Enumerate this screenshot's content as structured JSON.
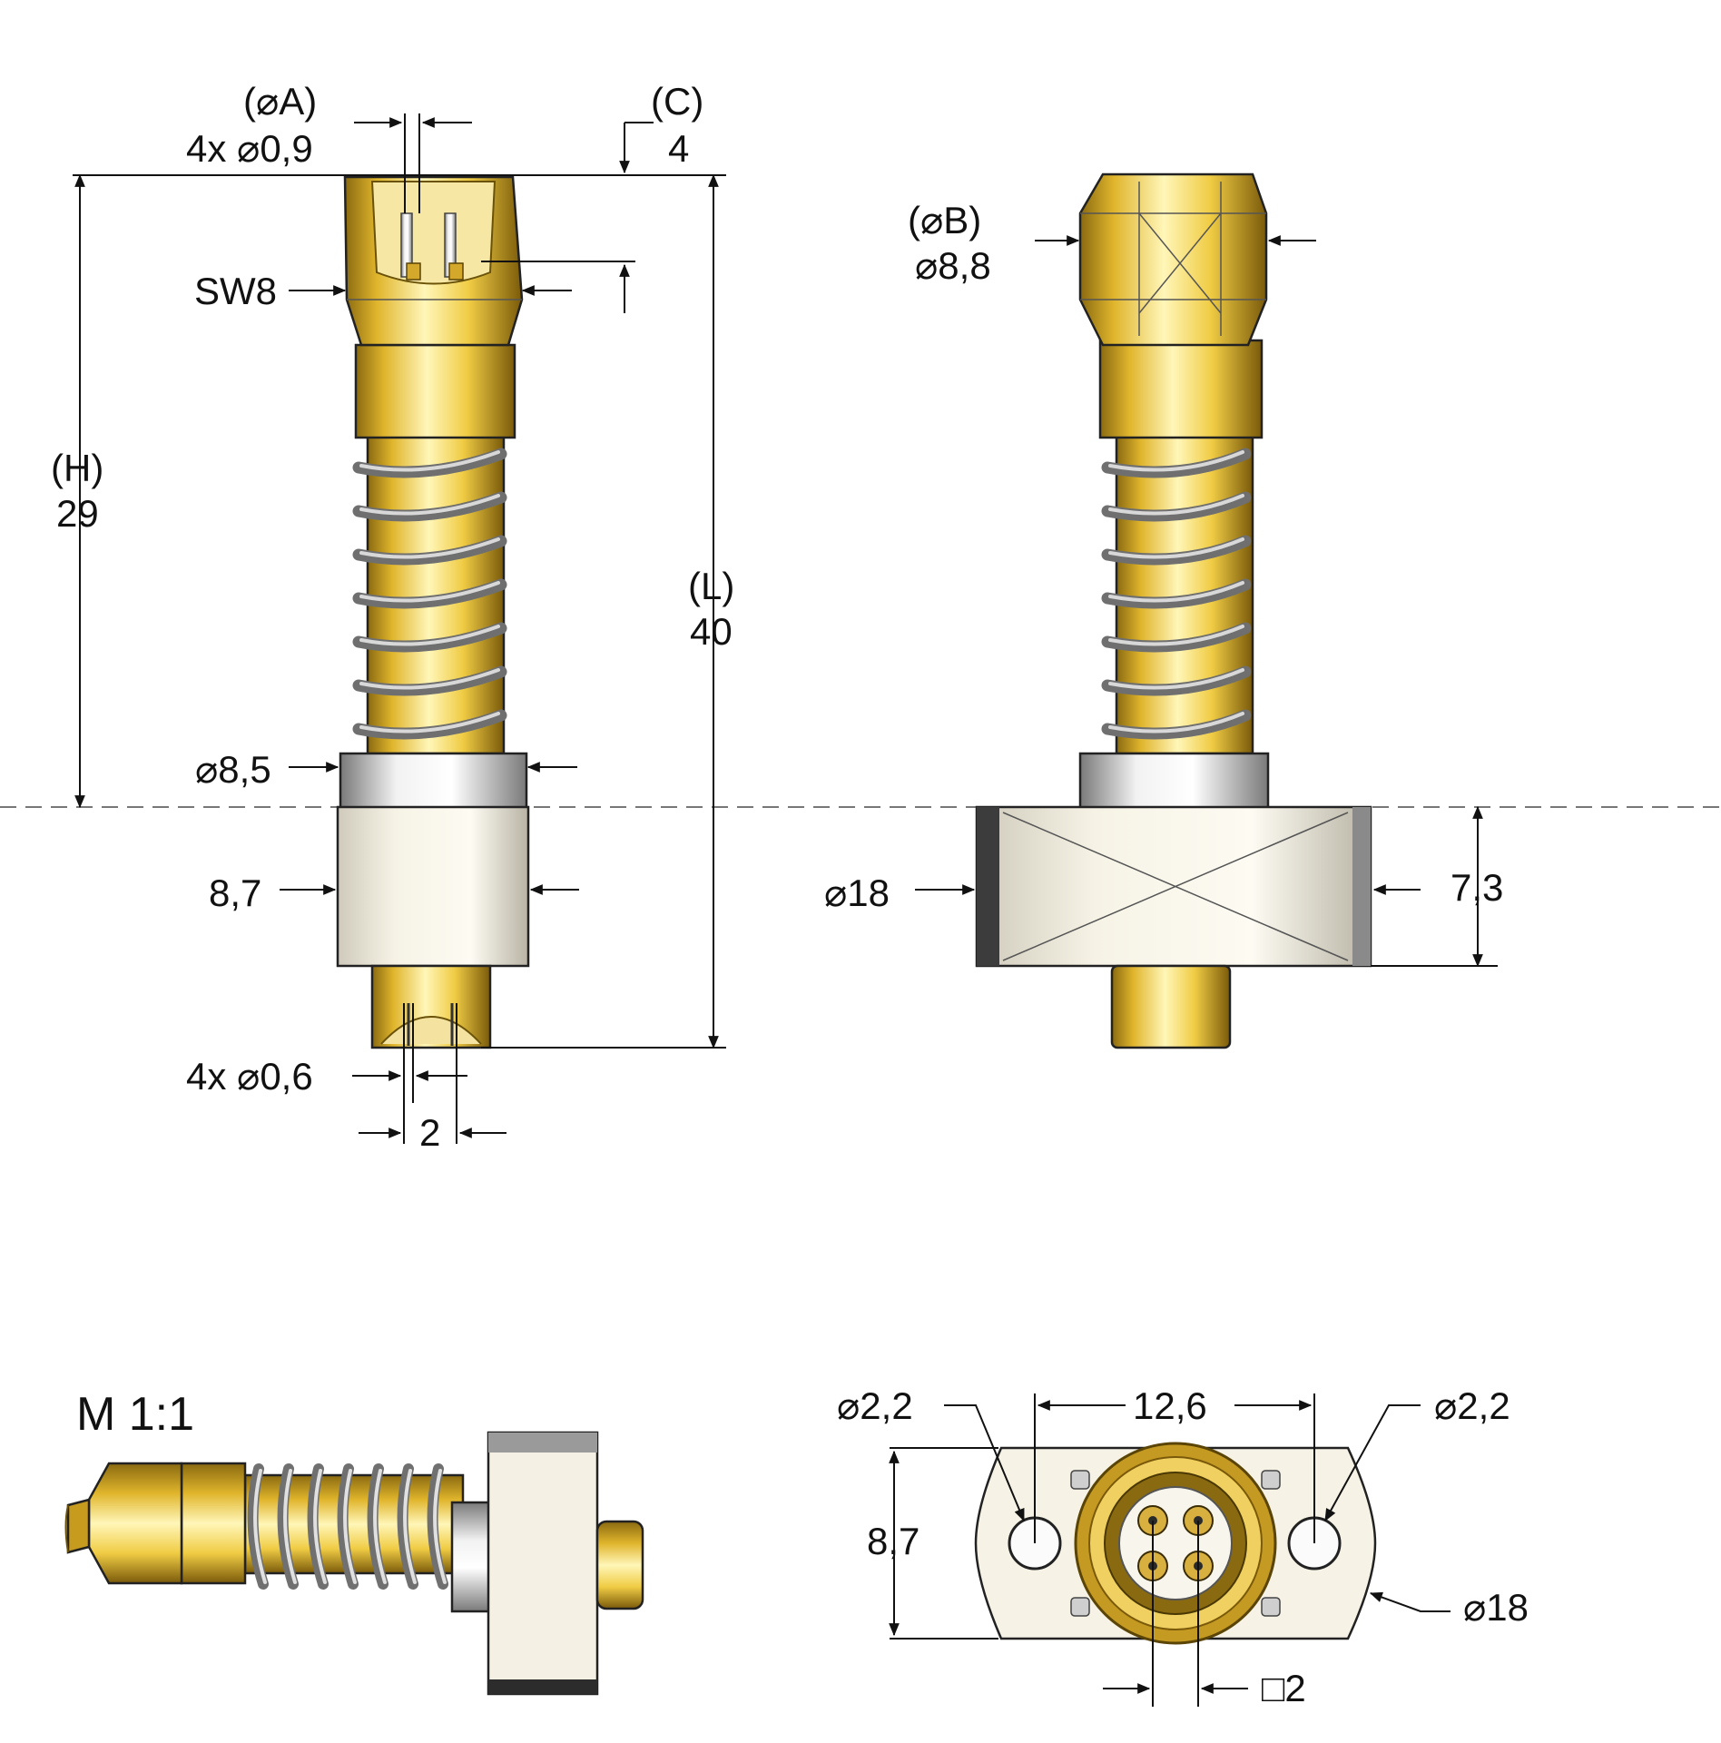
{
  "labels": {
    "phiA_label": "(⌀A)",
    "phiA_value": "4x ⌀0,9",
    "c_label": "(C)",
    "c_value": "4",
    "sw": "SW8",
    "h_label": "(H)",
    "h_value": "29",
    "l_label": "(L)",
    "l_value": "40",
    "d85": "⌀8,5",
    "w87_left": "8,7",
    "pins_bottom": "4x ⌀0,6",
    "pitch": "2",
    "phiB_label": "(⌀B)",
    "phiB_value": "⌀8,8",
    "d18_side": "⌀18",
    "h73": "7,3",
    "scale": "M 1:1",
    "hole_left": "⌀2,2",
    "hole_right": "⌀2,2",
    "spacing": "12,6",
    "flange_h": "8,7",
    "flange_d": "⌀18",
    "square": "□2"
  },
  "colors": {
    "gold_light": "#fff3a8",
    "gold_mid": "#e8c23a",
    "gold_dark": "#8a6a10",
    "silver_light": "#f4f4f4",
    "silver_dark": "#8c8c8c",
    "ivory": "#fbf8ea"
  }
}
